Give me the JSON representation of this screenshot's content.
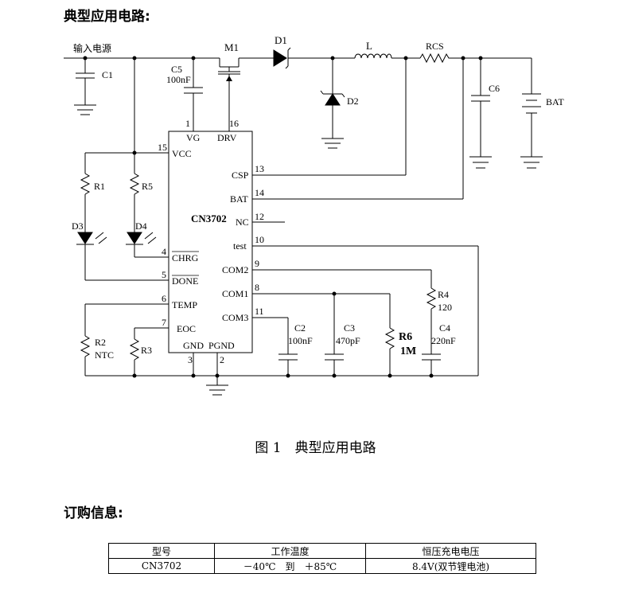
{
  "section_title": "典型应用电路:",
  "figure_caption": "图 1　典型应用电路",
  "order_title": "订购信息:",
  "circuit": {
    "input_label": "输入电源",
    "chip": "CN3702",
    "components": {
      "c1": "C1",
      "c5": "C5",
      "c5_val": "100nF",
      "m1": "M1",
      "d1": "D1",
      "l": "L",
      "rcs": "RCS",
      "d2": "D2",
      "c6": "C6",
      "bat": "BAT",
      "r1": "R1",
      "r5": "R5",
      "d3": "D3",
      "d4": "D4",
      "r2": "R2",
      "r2_val": "NTC",
      "r3": "R3",
      "c2": "C2",
      "c2_val": "100nF",
      "c3": "C3",
      "c3_val": "470pF",
      "r6": "R6",
      "r6_val": "1M",
      "r4": "R4",
      "r4_val": "120",
      "c4": "C4",
      "c4_val": "220nF"
    },
    "pins": {
      "vg": "VG",
      "vg_num": "1",
      "drv": "DRV",
      "drv_num": "16",
      "vcc": "VCC",
      "vcc_num": "15",
      "chrg": "CHRG",
      "chrg_num": "4",
      "done": "DONE",
      "done_num": "5",
      "temp": "TEMP",
      "temp_num": "6",
      "eoc": "EOC",
      "eoc_num": "7",
      "gnd": "GND",
      "gnd_num": "3",
      "pgnd": "PGND",
      "pgnd_num": "2",
      "csp": "CSP",
      "csp_num": "13",
      "batp": "BAT",
      "batp_num": "14",
      "nc": "NC",
      "nc_num": "12",
      "test": "test",
      "test_num": "10",
      "com2": "COM2",
      "com2_num": "9",
      "com1": "COM1",
      "com1_num": "8",
      "com3": "COM3",
      "com3_num": "11"
    }
  },
  "order_table": {
    "headers": [
      "型号",
      "工作温度",
      "恒压充电电压"
    ],
    "rows": [
      [
        "CN3702",
        "－40℃　到　＋85℃",
        "8.4V(双节锂电池)"
      ]
    ]
  }
}
